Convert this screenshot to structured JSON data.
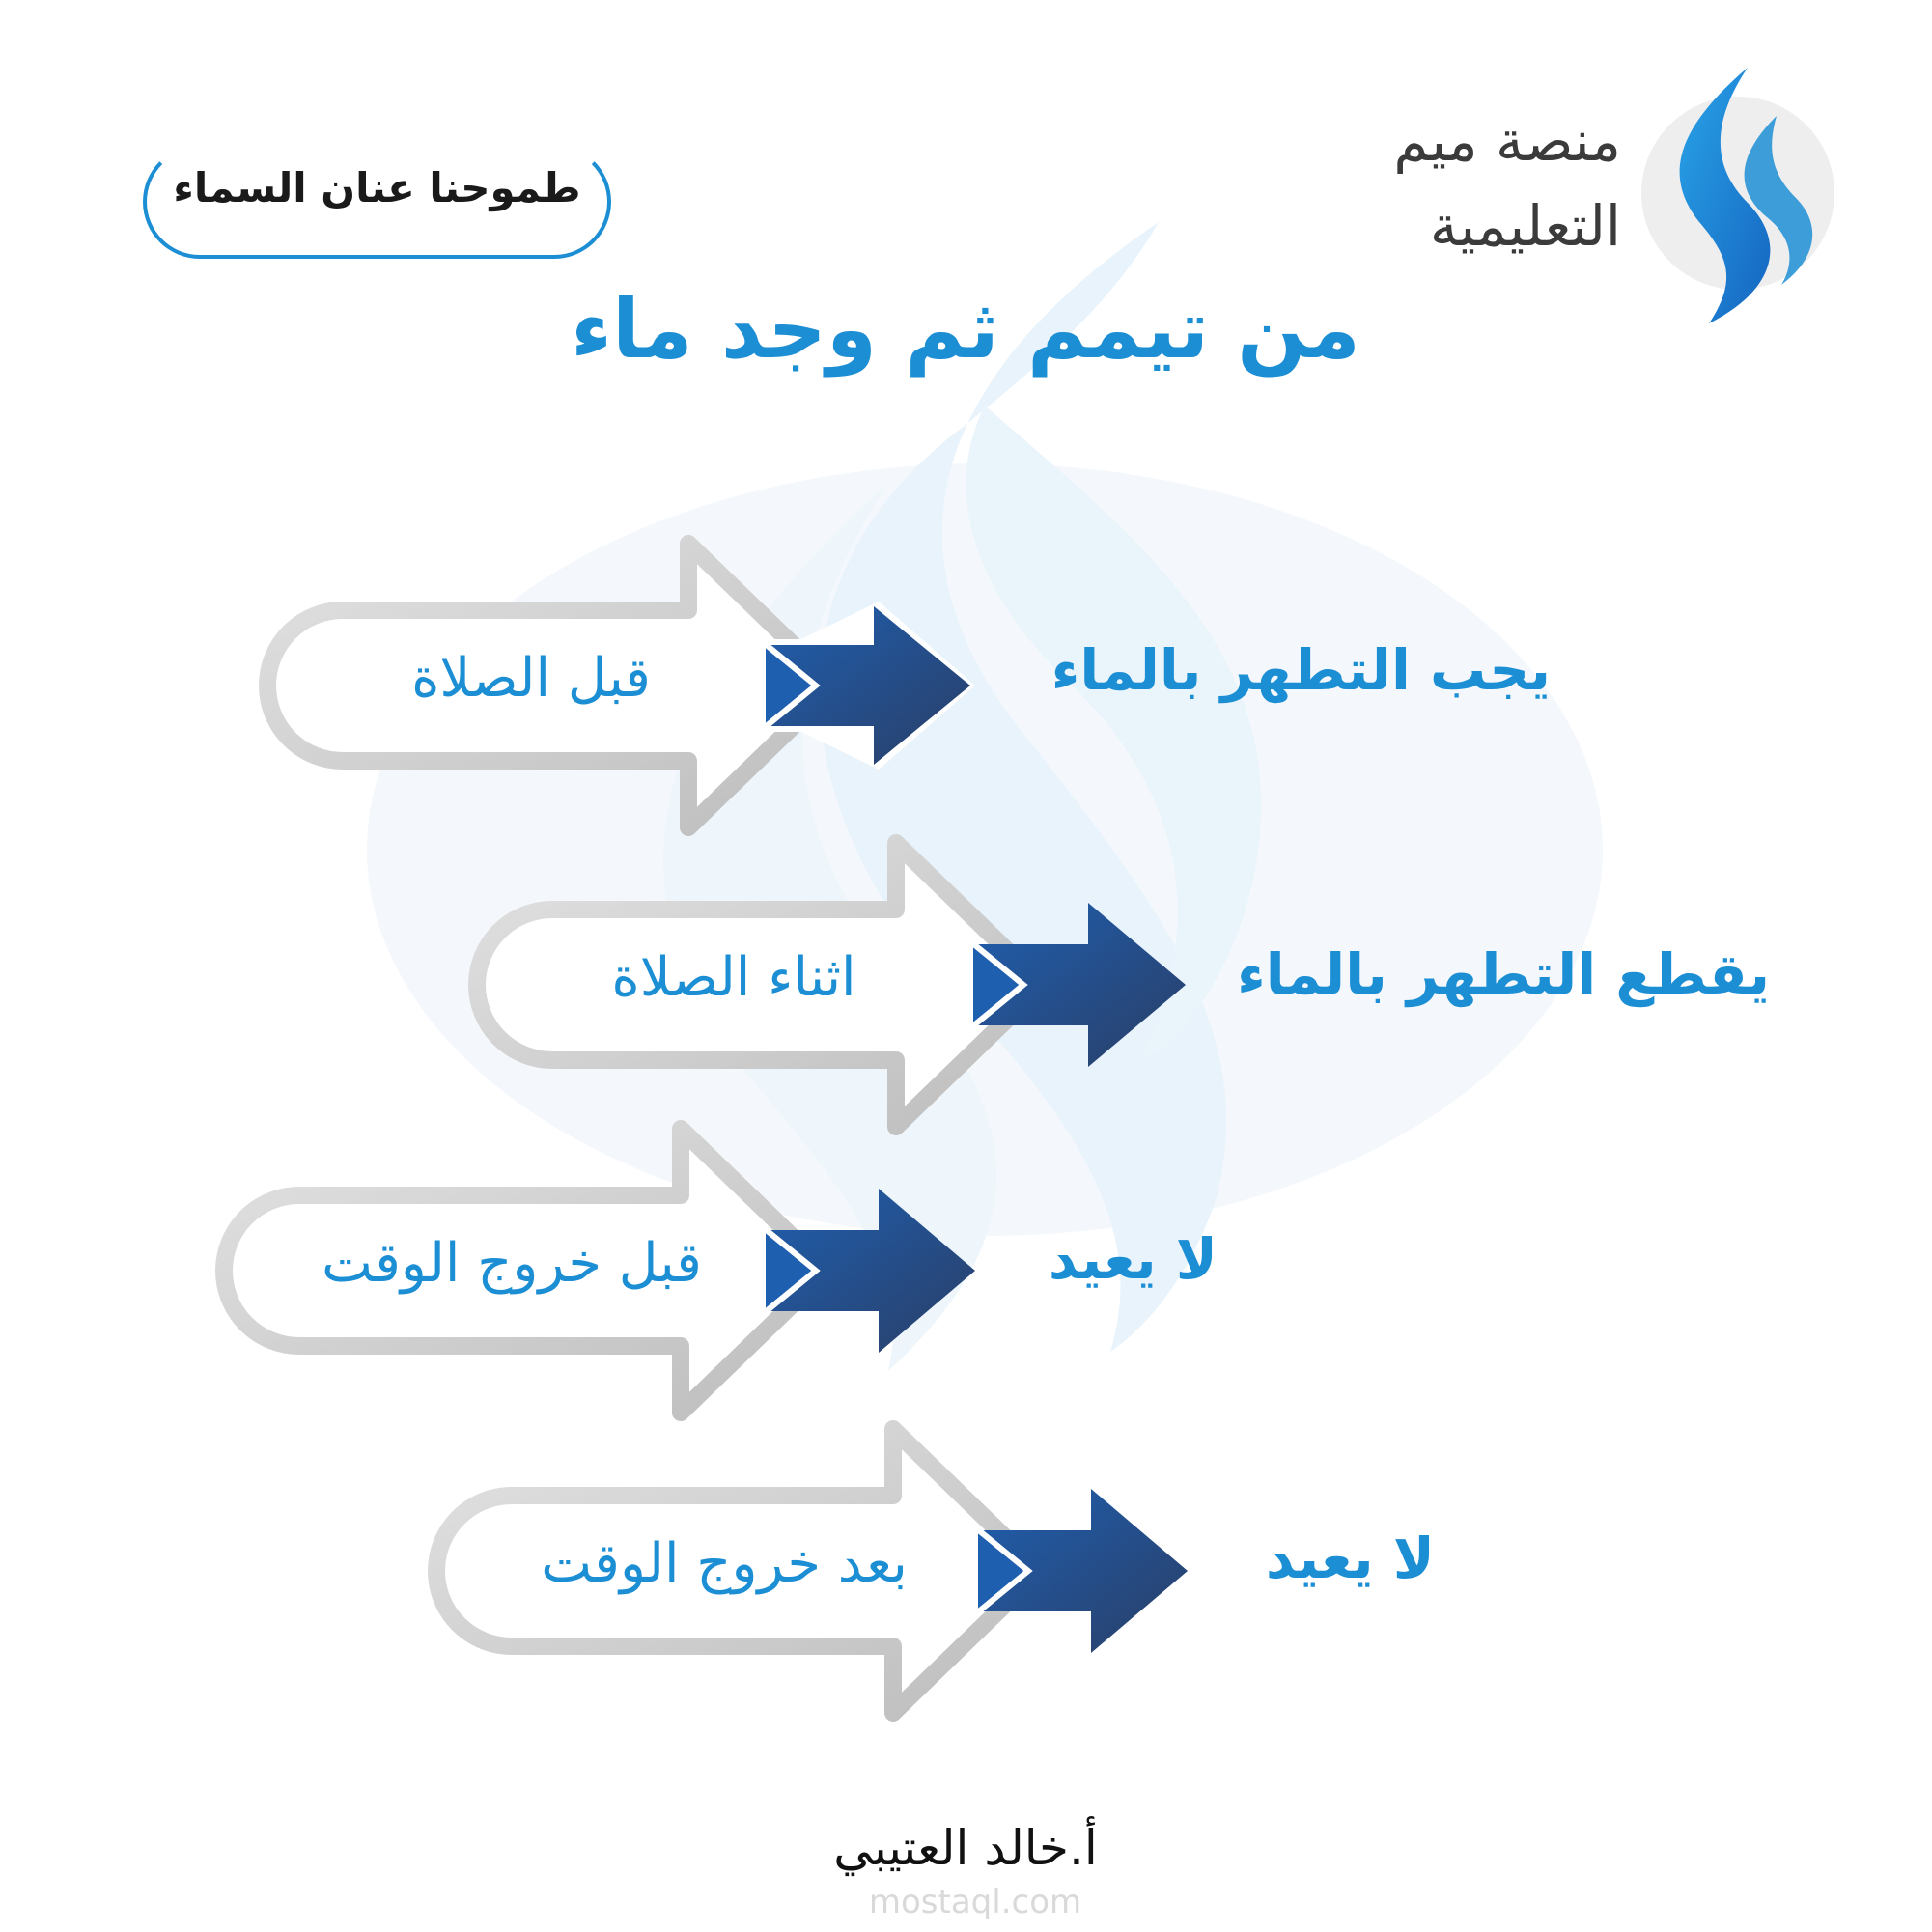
{
  "brand": {
    "name_line1": "منصة ميم",
    "name_line2": "التعليمية",
    "slogan": "طموحنا عنان السماء",
    "logo": "meem-flame-logo"
  },
  "title": "من تيمم ثم وجد ماء",
  "rows": [
    {
      "condition": "قبل الصلاة",
      "result": "يجب التطهر بالماء"
    },
    {
      "condition": "اثناء الصلاة",
      "result": "يقطع التطهر بالماء"
    },
    {
      "condition": "قبل خروج الوقت",
      "result": "لا يعيد"
    },
    {
      "condition": "بعد خروج الوقت",
      "result": "لا يعيد"
    }
  ],
  "author": "أ.خالد العتيبي",
  "watermark": "mostaql.com",
  "colors": {
    "accent": "#1c8ed4",
    "arrow_dark": "#1f4e8c",
    "pill_border": "#cfcfcf",
    "watermark_bg": "#e8f3fb"
  }
}
